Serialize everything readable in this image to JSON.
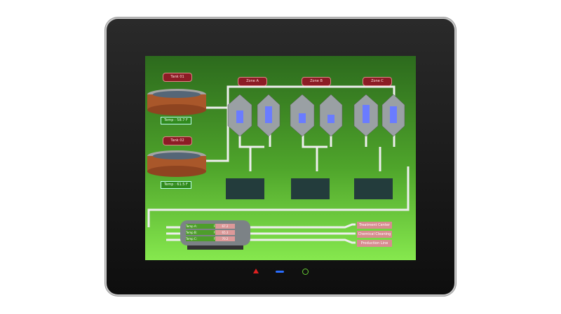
{
  "tanks": [
    {
      "label": "Tank 01",
      "temp": "Temp : 58.7 F"
    },
    {
      "label": "Tank 02",
      "temp": "Temp : 61.5 F"
    }
  ],
  "zones": [
    "Zone A",
    "Zone B",
    "Zone C"
  ],
  "exchanger": [
    {
      "label": "Temp A:",
      "unit": "F",
      "value": "67.2"
    },
    {
      "label": "Temp B:",
      "unit": "F",
      "value": "65.3"
    },
    {
      "label": "Temp C:",
      "unit": "F",
      "value": "70.2"
    }
  ],
  "outputs": [
    "Treatment Center",
    "Chemical Cleaning",
    "Production Line"
  ],
  "colors": {
    "screen_top": "#2c6a1d",
    "screen_bottom": "#86e84e",
    "label": "#8c1c25"
  }
}
